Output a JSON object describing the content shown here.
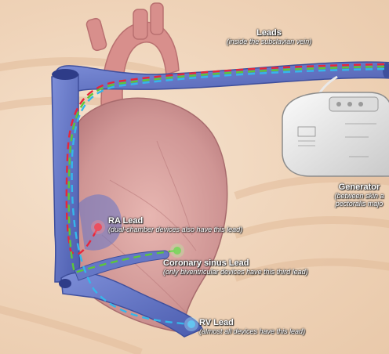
{
  "labels": {
    "leads": {
      "title": "Leads",
      "subtitle": "(inside the subclavian vein)"
    },
    "generator": {
      "title": "Generator",
      "subtitle_line1": "(between skin a",
      "subtitle_line2": "pectoralis majo"
    },
    "ra_lead": {
      "title": "RA Lead",
      "subtitle": "(dual-chamber devices also have this lead)"
    },
    "coronary_sinus_lead": {
      "title": "Coronary sinus Lead",
      "subtitle": "(only biventricular devices have this third lead)"
    },
    "rv_lead": {
      "title": "RV Lead",
      "subtitle": "(almost all devices have this lead)"
    }
  },
  "lead_colors": {
    "ra": "#e8263a",
    "coronary_sinus": "#5cc63a",
    "rv": "#35b7ea"
  },
  "colors": {
    "vein": "#5d6fc0",
    "heart": "#c9888a",
    "skin": "#f3dcc6"
  }
}
